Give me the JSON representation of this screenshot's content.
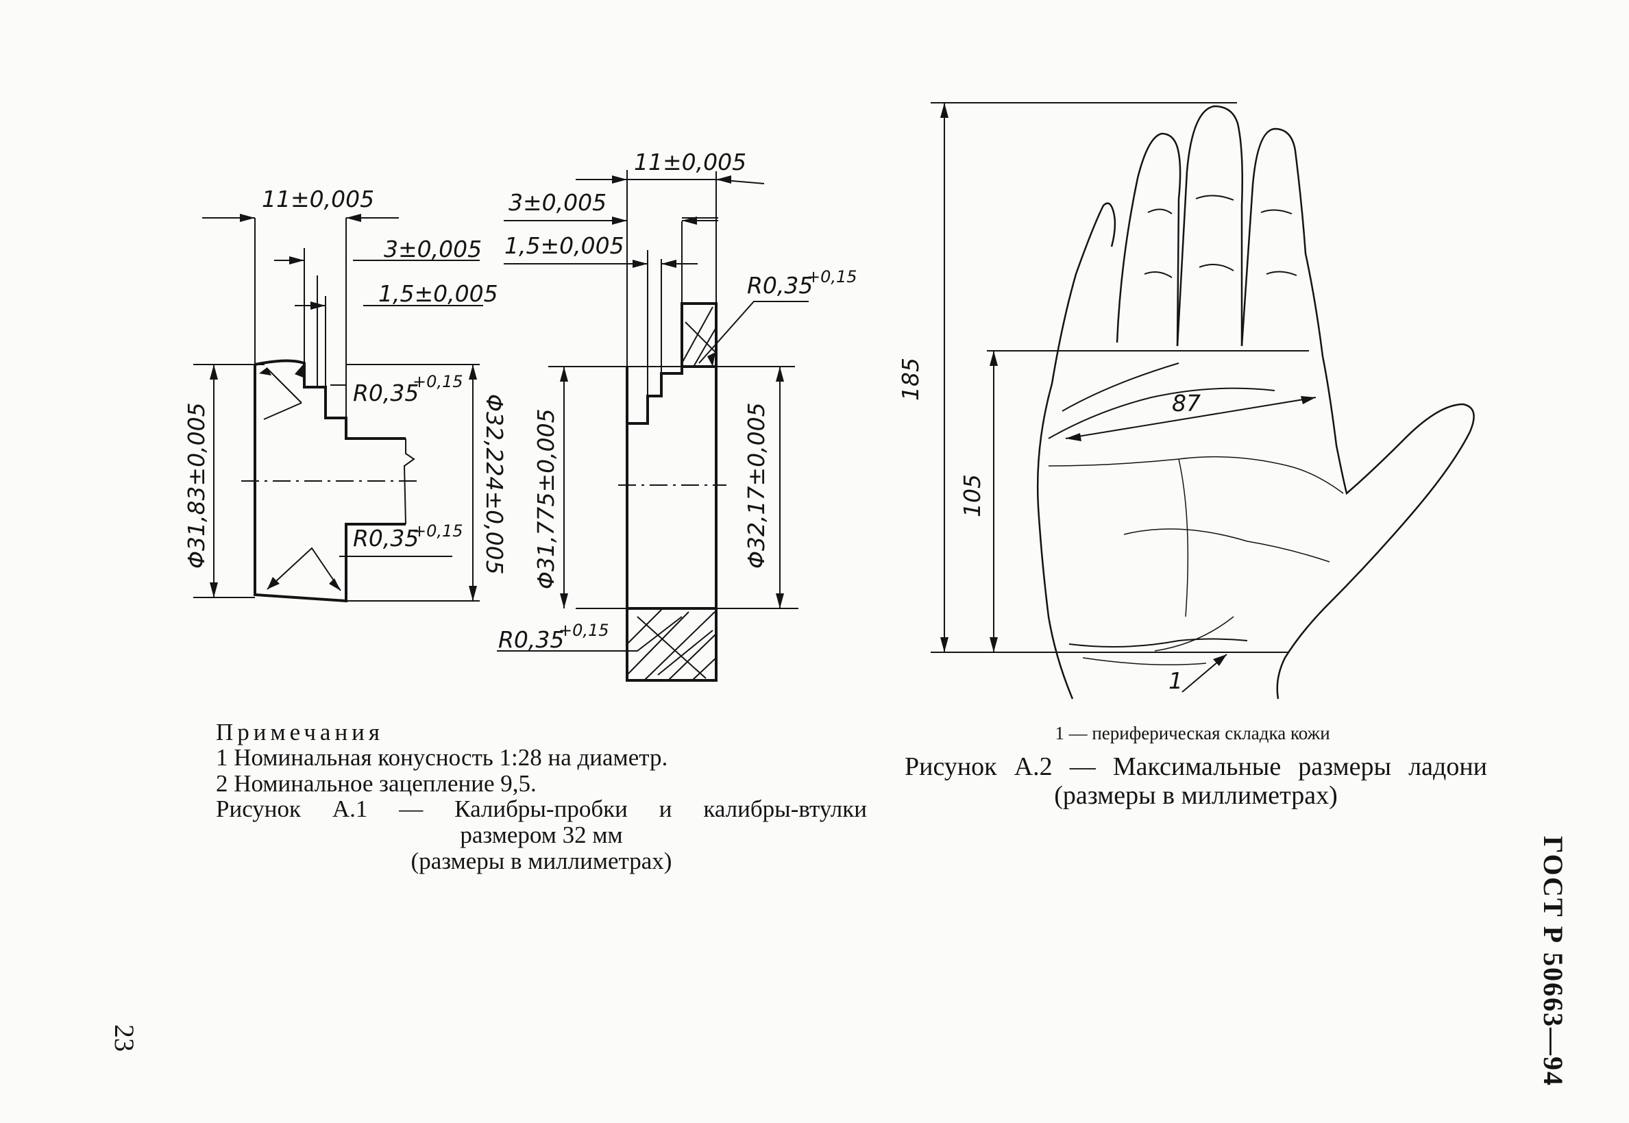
{
  "figure_a1": {
    "plug": {
      "dim_width": "11±0,005",
      "dim_step1": "3±0,005",
      "dim_step2": "1,5±0,005",
      "radius_top": "R0,35",
      "radius_top_tol": "+0,15",
      "radius_bottom": "R0,35",
      "radius_bottom_tol": "+0,15",
      "diameter_left": "Φ31,83±0,005",
      "diameter_right": "Φ32,224±0,005"
    },
    "sleeve": {
      "dim_width": "11±0,005",
      "dim_step1": "3±0,005",
      "dim_step2": "1,5±0,005",
      "radius_top": "R0,35",
      "radius_top_tol": "+0,15",
      "radius_bottom": "R0,35",
      "radius_bottom_tol": "+0,15",
      "diameter_left": "Φ31,775±0,005",
      "diameter_right": "Φ32,17±0,005"
    },
    "notes_heading": "Примечания",
    "note_1": "1 Номинальная конусность 1:28 на диаметр.",
    "note_2": "2 Номинальное зацепление 9,5.",
    "caption_line1": "Рисунок А.1 — Калибры-пробки и калибры-втулки",
    "caption_line2": "размером 32 мм",
    "caption_line3": "(размеры в миллиметрах)"
  },
  "figure_a2": {
    "dim_height": "185",
    "dim_palm_height": "105",
    "dim_palm_width": "87",
    "callout": "1",
    "legend": "1 — периферическая складка кожи",
    "caption_line1": "Рисунок А.2 — Максимальные размеры ладони",
    "caption_line2": "(размеры в миллиметрах)"
  },
  "page": {
    "number": "23",
    "standard": "ГОСТ Р 50663—94"
  }
}
